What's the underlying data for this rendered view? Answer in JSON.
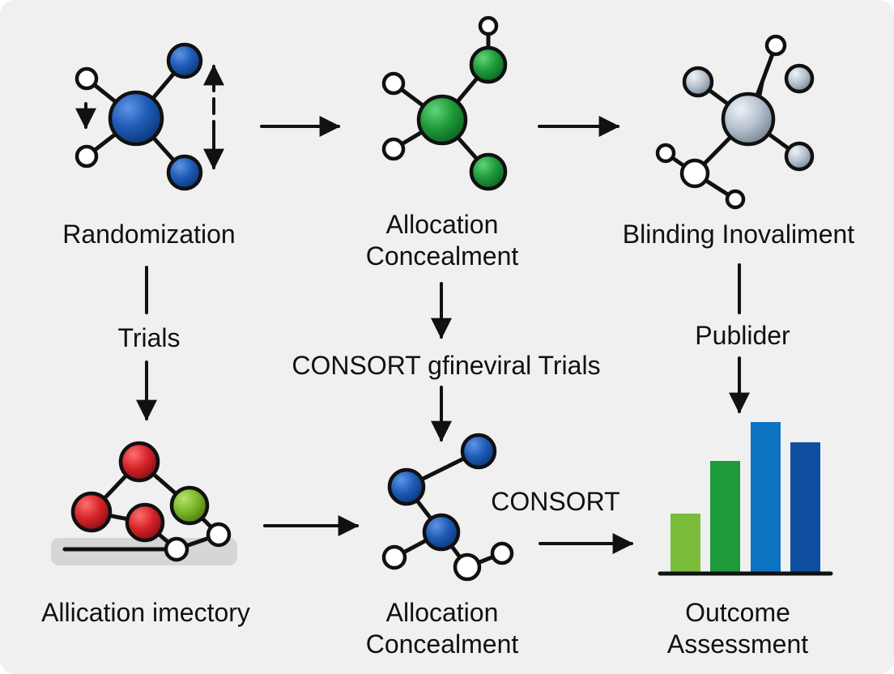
{
  "labels": {
    "randomization": "Randomization",
    "allocation_concealment_top_line1": "Allocation",
    "allocation_concealment_top_line2": "Concealment",
    "blinding": "Blinding Inovaliment",
    "trials": "Trials",
    "consort_trials": "CONSORT gfineviral Trials",
    "publider": "Publider",
    "consort": "CONSORT",
    "allication": "Allication imectory",
    "allocation_concealment_bottom_line1": "Allocation",
    "allocation_concealment_bottom_line2": "Concealment",
    "outcome_line1": "Outcome",
    "outcome_line2": "Assessment"
  },
  "colors": {
    "background": "#f0f0f0",
    "blue_node": "#1e5bb5",
    "green_node": "#1f9a3a",
    "silver_node": "#b7c3cf",
    "red_node": "#d6242a",
    "lime_node": "#7cb52a",
    "white_node": "#ffffff",
    "bars": [
      "#79bd3a",
      "#1f9a3a",
      "#0c73c3",
      "#0e4fa0"
    ]
  },
  "icons": {
    "randomization": "blue-molecule-icon",
    "allocation_top": "green-molecule-icon",
    "blinding": "silver-molecule-icon",
    "allication": "red-molecule-icon",
    "allocation_bottom": "blue-chain-molecule-icon",
    "outcome": "bar-chart-icon"
  }
}
